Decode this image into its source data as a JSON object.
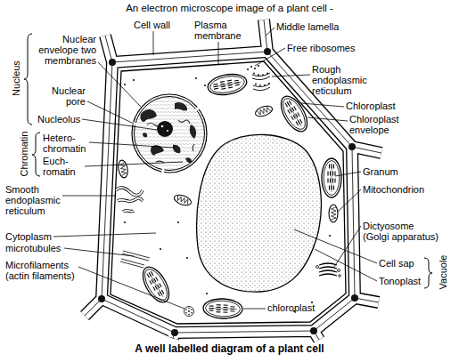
{
  "diagram": {
    "title": "An electron microscope image of a plant cell -",
    "caption": "A well labelled diagram of a plant cell",
    "labels": [
      "Nucleus",
      "Nuclear envelope two membranes",
      "Nuclear pore",
      "Nucleolus",
      "Chromatin",
      "Hetero- chromatin",
      "Euch- romatin",
      "Smooth endoplasmic reticulum",
      "Cytoplasm",
      "microtubules",
      "Microfilaments (actin filaments)",
      "Cell wall",
      "Plasma membrane",
      "Middle lamella",
      "Free ribosomes",
      "Rough endoplasmic reticulum",
      "Chloroplast",
      "Chloroplast envelope",
      "Granum",
      "Mitochondrion",
      "Dictyosome (Golgi apparatus)",
      "Cell sap",
      "Tonoplast",
      "Vacuole",
      "chloroplast"
    ]
  }
}
